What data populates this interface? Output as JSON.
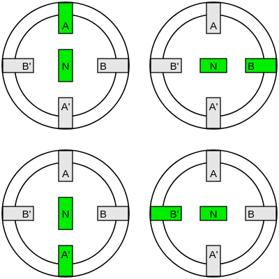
{
  "colors": {
    "active": "#00ee00",
    "inactive": "#e6e6e6",
    "stroke": "#000000"
  },
  "states": [
    {
      "active_pole": "A",
      "rotor": "vertical"
    },
    {
      "active_pole": "B",
      "rotor": "horizontal"
    },
    {
      "active_pole": "A'",
      "rotor": "vertical"
    },
    {
      "active_pole": "B'",
      "rotor": "horizontal"
    }
  ],
  "labels": {
    "A": "A",
    "A_prime": "A'",
    "B": "B",
    "B_prime": "B'",
    "rotor": "N"
  }
}
